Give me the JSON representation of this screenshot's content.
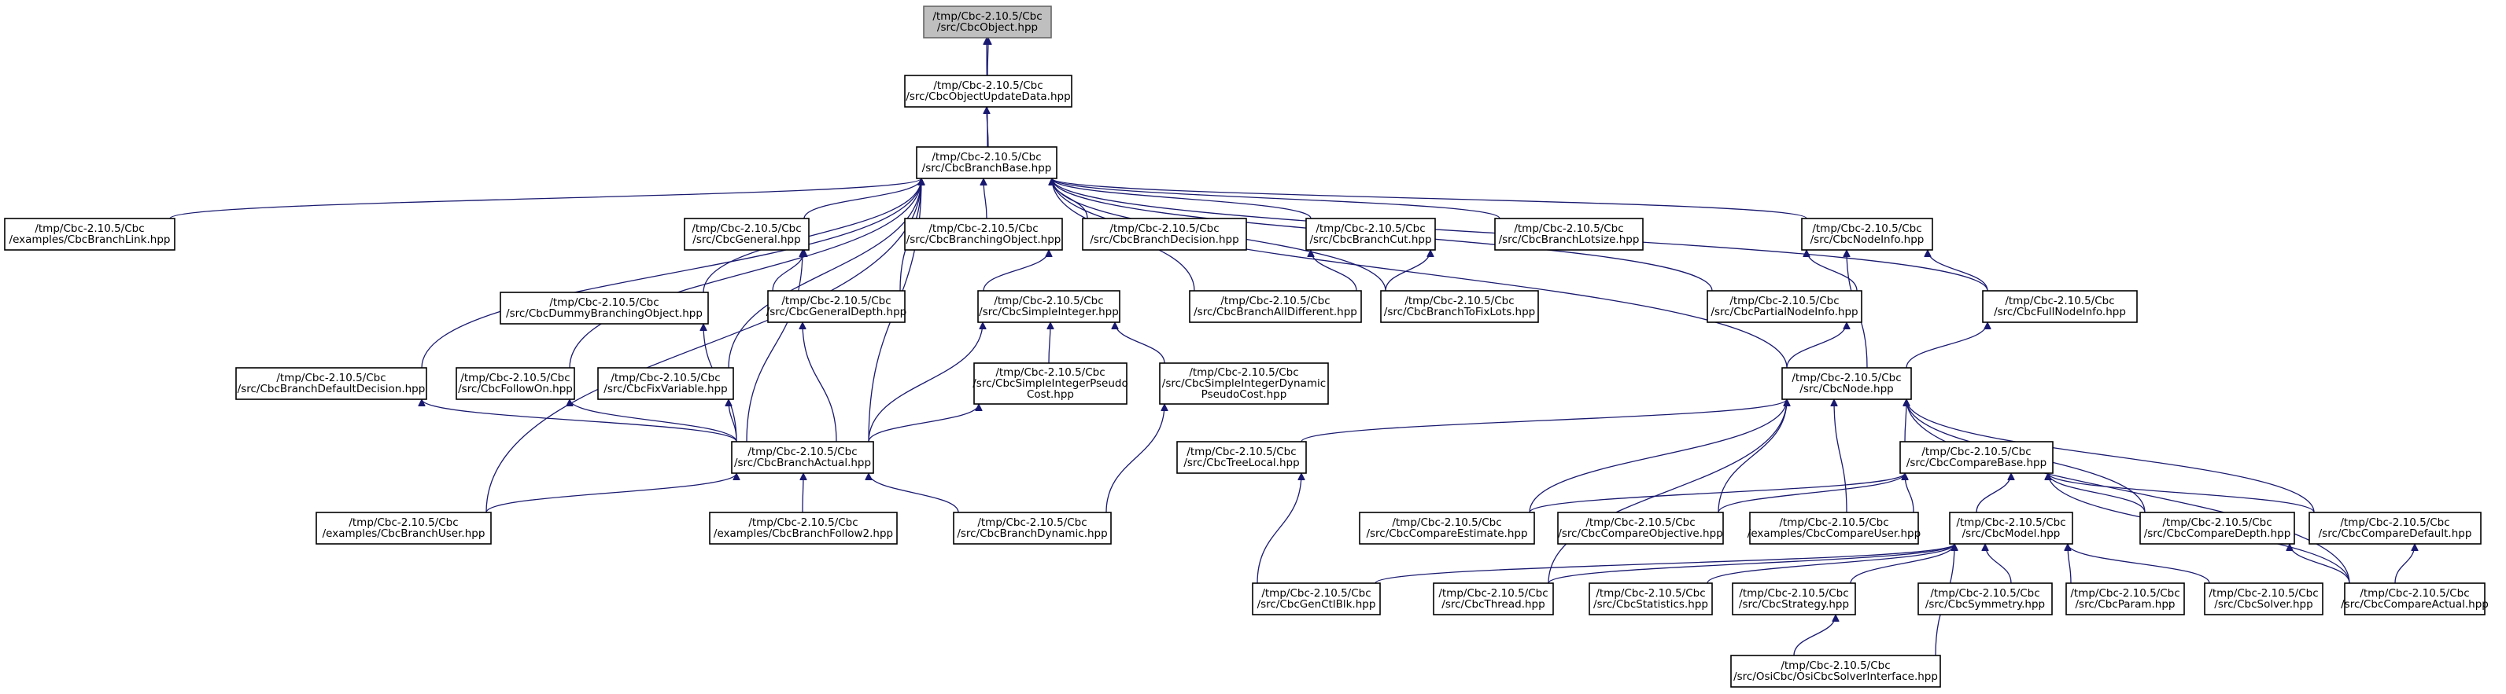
{
  "graph": {
    "title": "",
    "nodes": [
      {
        "id": "object",
        "lines": [
          "/tmp/Cbc-2.10.5/Cbc",
          "/src/CbcObject.hpp"
        ],
        "focus": true
      },
      {
        "id": "objupd",
        "lines": [
          "/tmp/Cbc-2.10.5/Cbc",
          "/src/CbcObjectUpdateData.hpp"
        ]
      },
      {
        "id": "branchbase",
        "lines": [
          "/tmp/Cbc-2.10.5/Cbc",
          "/src/CbcBranchBase.hpp"
        ]
      },
      {
        "id": "branchlink",
        "lines": [
          "/tmp/Cbc-2.10.5/Cbc",
          "/examples/CbcBranchLink.hpp"
        ]
      },
      {
        "id": "general",
        "lines": [
          "/tmp/Cbc-2.10.5/Cbc",
          "/src/CbcGeneral.hpp"
        ]
      },
      {
        "id": "branchingobject",
        "lines": [
          "/tmp/Cbc-2.10.5/Cbc",
          "/src/CbcBranchingObject.hpp"
        ]
      },
      {
        "id": "branchdecision",
        "lines": [
          "/tmp/Cbc-2.10.5/Cbc",
          "/src/CbcBranchDecision.hpp"
        ]
      },
      {
        "id": "branchcut",
        "lines": [
          "/tmp/Cbc-2.10.5/Cbc",
          "/src/CbcBranchCut.hpp"
        ]
      },
      {
        "id": "branchlotsize",
        "lines": [
          "/tmp/Cbc-2.10.5/Cbc",
          "/src/CbcBranchLotsize.hpp"
        ]
      },
      {
        "id": "nodeinfo",
        "lines": [
          "/tmp/Cbc-2.10.5/Cbc",
          "/src/CbcNodeInfo.hpp"
        ]
      },
      {
        "id": "dummybranching",
        "lines": [
          "/tmp/Cbc-2.10.5/Cbc",
          "/src/CbcDummyBranchingObject.hpp"
        ]
      },
      {
        "id": "generaldepth",
        "lines": [
          "/tmp/Cbc-2.10.5/Cbc",
          "/src/CbcGeneralDepth.hpp"
        ]
      },
      {
        "id": "simpleinteger",
        "lines": [
          "/tmp/Cbc-2.10.5/Cbc",
          "/src/CbcSimpleInteger.hpp"
        ]
      },
      {
        "id": "alldifferent",
        "lines": [
          "/tmp/Cbc-2.10.5/Cbc",
          "/src/CbcBranchAllDifferent.hpp"
        ]
      },
      {
        "id": "tofixlots",
        "lines": [
          "/tmp/Cbc-2.10.5/Cbc",
          "/src/CbcBranchToFixLots.hpp"
        ]
      },
      {
        "id": "partialnodeinfo",
        "lines": [
          "/tmp/Cbc-2.10.5/Cbc",
          "/src/CbcPartialNodeInfo.hpp"
        ]
      },
      {
        "id": "fullnodeinfo",
        "lines": [
          "/tmp/Cbc-2.10.5/Cbc",
          "/src/CbcFullNodeInfo.hpp"
        ]
      },
      {
        "id": "defaultdecision",
        "lines": [
          "/tmp/Cbc-2.10.5/Cbc",
          "/src/CbcBranchDefaultDecision.hpp"
        ]
      },
      {
        "id": "followon",
        "lines": [
          "/tmp/Cbc-2.10.5/Cbc",
          "/src/CbcFollowOn.hpp"
        ]
      },
      {
        "id": "fixvariable",
        "lines": [
          "/tmp/Cbc-2.10.5/Cbc",
          "/src/CbcFixVariable.hpp"
        ]
      },
      {
        "id": "pseudocost",
        "lines": [
          "/tmp/Cbc-2.10.5/Cbc",
          "/src/CbcSimpleIntegerPseudo",
          "Cost.hpp"
        ]
      },
      {
        "id": "dynpseudocost",
        "lines": [
          "/tmp/Cbc-2.10.5/Cbc",
          "/src/CbcSimpleIntegerDynamic",
          "PseudoCost.hpp"
        ]
      },
      {
        "id": "cbcnode",
        "lines": [
          "/tmp/Cbc-2.10.5/Cbc",
          "/src/CbcNode.hpp"
        ]
      },
      {
        "id": "branchactual",
        "lines": [
          "/tmp/Cbc-2.10.5/Cbc",
          "/src/CbcBranchActual.hpp"
        ]
      },
      {
        "id": "treelocal",
        "lines": [
          "/tmp/Cbc-2.10.5/Cbc",
          "/src/CbcTreeLocal.hpp"
        ]
      },
      {
        "id": "comparebase",
        "lines": [
          "/tmp/Cbc-2.10.5/Cbc",
          "/src/CbcCompareBase.hpp"
        ]
      },
      {
        "id": "branchuser",
        "lines": [
          "/tmp/Cbc-2.10.5/Cbc",
          "/examples/CbcBranchUser.hpp"
        ]
      },
      {
        "id": "branchfollow2",
        "lines": [
          "/tmp/Cbc-2.10.5/Cbc",
          "/examples/CbcBranchFollow2.hpp"
        ]
      },
      {
        "id": "branchdynamic",
        "lines": [
          "/tmp/Cbc-2.10.5/Cbc",
          "/src/CbcBranchDynamic.hpp"
        ]
      },
      {
        "id": "compareestimate",
        "lines": [
          "/tmp/Cbc-2.10.5/Cbc",
          "/src/CbcCompareEstimate.hpp"
        ]
      },
      {
        "id": "compareobjective",
        "lines": [
          "/tmp/Cbc-2.10.5/Cbc",
          "/src/CbcCompareObjective.hpp"
        ]
      },
      {
        "id": "compareuser",
        "lines": [
          "/tmp/Cbc-2.10.5/Cbc",
          "/examples/CbcCompareUser.hpp"
        ]
      },
      {
        "id": "cbcmodel",
        "lines": [
          "/tmp/Cbc-2.10.5/Cbc",
          "/src/CbcModel.hpp"
        ]
      },
      {
        "id": "comparedepth",
        "lines": [
          "/tmp/Cbc-2.10.5/Cbc",
          "/src/CbcCompareDepth.hpp"
        ]
      },
      {
        "id": "comparedefault",
        "lines": [
          "/tmp/Cbc-2.10.5/Cbc",
          "/src/CbcCompareDefault.hpp"
        ]
      },
      {
        "id": "genctlblk",
        "lines": [
          "/tmp/Cbc-2.10.5/Cbc",
          "/src/CbcGenCtlBlk.hpp"
        ]
      },
      {
        "id": "thread",
        "lines": [
          "/tmp/Cbc-2.10.5/Cbc",
          "/src/CbcThread.hpp"
        ]
      },
      {
        "id": "statistics",
        "lines": [
          "/tmp/Cbc-2.10.5/Cbc",
          "/src/CbcStatistics.hpp"
        ]
      },
      {
        "id": "strategy",
        "lines": [
          "/tmp/Cbc-2.10.5/Cbc",
          "/src/CbcStrategy.hpp"
        ]
      },
      {
        "id": "symmetry",
        "lines": [
          "/tmp/Cbc-2.10.5/Cbc",
          "/src/CbcSymmetry.hpp"
        ]
      },
      {
        "id": "param",
        "lines": [
          "/tmp/Cbc-2.10.5/Cbc",
          "/src/CbcParam.hpp"
        ]
      },
      {
        "id": "solver",
        "lines": [
          "/tmp/Cbc-2.10.5/Cbc",
          "/src/CbcSolver.hpp"
        ]
      },
      {
        "id": "compareactual",
        "lines": [
          "/tmp/Cbc-2.10.5/Cbc",
          "/src/CbcCompareActual.hpp"
        ]
      },
      {
        "id": "osisolver",
        "lines": [
          "/tmp/Cbc-2.10.5/Cbc",
          "/src/OsiCbc/OsiCbcSolverInterface.hpp"
        ]
      }
    ],
    "edges": [
      [
        "object",
        "objupd"
      ],
      [
        "object",
        "branchbase"
      ],
      [
        "objupd",
        "branchbase"
      ],
      [
        "branchbase",
        "branchlink"
      ],
      [
        "branchbase",
        "general"
      ],
      [
        "branchbase",
        "branchingobject"
      ],
      [
        "branchbase",
        "branchdecision"
      ],
      [
        "branchbase",
        "branchcut"
      ],
      [
        "branchbase",
        "branchlotsize"
      ],
      [
        "branchbase",
        "nodeinfo"
      ],
      [
        "branchbase",
        "dummybranching"
      ],
      [
        "branchbase",
        "generaldepth"
      ],
      [
        "branchbase",
        "alldifferent"
      ],
      [
        "branchbase",
        "tofixlots"
      ],
      [
        "branchbase",
        "partialnodeinfo"
      ],
      [
        "branchbase",
        "fullnodeinfo"
      ],
      [
        "branchbase",
        "defaultdecision"
      ],
      [
        "branchbase",
        "followon"
      ],
      [
        "branchbase",
        "fixvariable"
      ],
      [
        "branchbase",
        "cbcnode"
      ],
      [
        "branchbase",
        "branchactual"
      ],
      [
        "branchbase",
        "branchuser"
      ],
      [
        "general",
        "generaldepth"
      ],
      [
        "general",
        "branchactual"
      ],
      [
        "branchingobject",
        "simpleinteger"
      ],
      [
        "branchcut",
        "alldifferent"
      ],
      [
        "branchcut",
        "tofixlots"
      ],
      [
        "nodeinfo",
        "partialnodeinfo"
      ],
      [
        "nodeinfo",
        "fullnodeinfo"
      ],
      [
        "nodeinfo",
        "cbcnode"
      ],
      [
        "dummybranching",
        "branchactual"
      ],
      [
        "generaldepth",
        "branchactual"
      ],
      [
        "simpleinteger",
        "pseudocost"
      ],
      [
        "simpleinteger",
        "dynpseudocost"
      ],
      [
        "simpleinteger",
        "branchactual"
      ],
      [
        "partialnodeinfo",
        "cbcnode"
      ],
      [
        "fullnodeinfo",
        "cbcnode"
      ],
      [
        "defaultdecision",
        "branchactual"
      ],
      [
        "followon",
        "branchactual"
      ],
      [
        "fixvariable",
        "branchactual"
      ],
      [
        "pseudocost",
        "branchactual"
      ],
      [
        "dynpseudocost",
        "branchdynamic"
      ],
      [
        "cbcnode",
        "treelocal"
      ],
      [
        "cbcnode",
        "comparebase"
      ],
      [
        "cbcnode",
        "compareestimate"
      ],
      [
        "cbcnode",
        "compareobjective"
      ],
      [
        "cbcnode",
        "compareuser"
      ],
      [
        "cbcnode",
        "comparedepth"
      ],
      [
        "cbcnode",
        "comparedefault"
      ],
      [
        "cbcnode",
        "thread"
      ],
      [
        "cbcnode",
        "compareactual"
      ],
      [
        "branchactual",
        "branchuser"
      ],
      [
        "branchactual",
        "branchfollow2"
      ],
      [
        "branchactual",
        "branchdynamic"
      ],
      [
        "treelocal",
        "genctlblk"
      ],
      [
        "comparebase",
        "compareestimate"
      ],
      [
        "comparebase",
        "compareobjective"
      ],
      [
        "comparebase",
        "compareuser"
      ],
      [
        "comparebase",
        "cbcmodel"
      ],
      [
        "comparebase",
        "comparedepth"
      ],
      [
        "comparebase",
        "comparedefault"
      ],
      [
        "comparebase",
        "compareactual"
      ],
      [
        "comparedepth",
        "compareactual"
      ],
      [
        "comparedefault",
        "compareactual"
      ],
      [
        "cbcmodel",
        "genctlblk"
      ],
      [
        "cbcmodel",
        "thread"
      ],
      [
        "cbcmodel",
        "statistics"
      ],
      [
        "cbcmodel",
        "strategy"
      ],
      [
        "cbcmodel",
        "symmetry"
      ],
      [
        "cbcmodel",
        "param"
      ],
      [
        "cbcmodel",
        "solver"
      ],
      [
        "cbcmodel",
        "osisolver"
      ],
      [
        "strategy",
        "osisolver"
      ]
    ]
  },
  "colors": {
    "edge": "#191970",
    "focus_fill": "#bfbfbf",
    "focus_stroke": "#666666",
    "node_stroke": "#000000"
  }
}
